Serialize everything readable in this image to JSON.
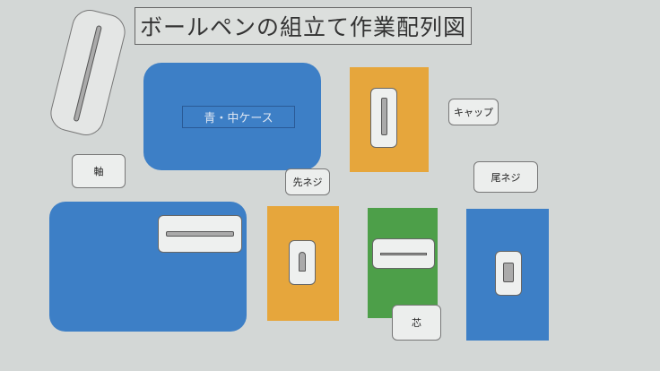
{
  "title": "ボールペンの組立て作業配列図",
  "labels": {
    "case": "青・中ケース",
    "cap": "キャップ",
    "barrel": "軸",
    "front_screw": "先ネジ",
    "refill": "芯",
    "tail_screw": "尾ネジ"
  },
  "colors": {
    "blue": "#3d7fc6",
    "orange": "#e6a63c",
    "green": "#4d9f49",
    "paper": "#d3d7d6"
  }
}
